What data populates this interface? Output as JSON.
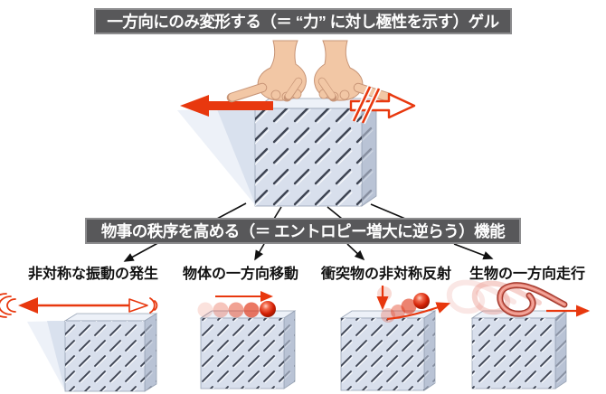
{
  "colors": {
    "accent_red": "#e8380e",
    "banner_bg": "#58585a",
    "banner_border": "#8d8d8f",
    "banner_text": "#ffffff",
    "label_text": "#111111",
    "cube_front": "#d8dfec",
    "cube_side": "#b9c3d5",
    "cube_top": "#edf1f8",
    "hatch_dark": "#3e4452",
    "skin": "#f2c7a5",
    "skin_shade": "#c79476"
  },
  "banners": {
    "top": "一方向にのみ変形する（＝ “力” に対し極性を示す）ゲル",
    "middle": "物事の秩序を高める（＝ エントロピー増大に逆らう）機能"
  },
  "figures": [
    {
      "label": "非対称な振動の発生",
      "icon": "vibrating-gel-block-icon"
    },
    {
      "label": "物体の一方向移動",
      "icon": "ball-moving-on-gel-icon"
    },
    {
      "label": "衝突物の非対称反射",
      "icon": "ball-bouncing-off-gel-icon"
    },
    {
      "label": "生物の一方向走行",
      "icon": "worm-crawling-on-gel-icon"
    }
  ],
  "icons": {
    "left_hand": "pressing-hand-left-icon",
    "right_hand": "pressing-hand-right-icon",
    "deform_arrow": "solid-left-arrow-icon",
    "blocked_arrow": "crossed-out-right-arrow-icon",
    "gel_block": "hatched-gel-cube-icon",
    "vibration_waves": "vibration-waves-icon",
    "ball": "red-ball-icon",
    "worm": "worm-icon"
  }
}
